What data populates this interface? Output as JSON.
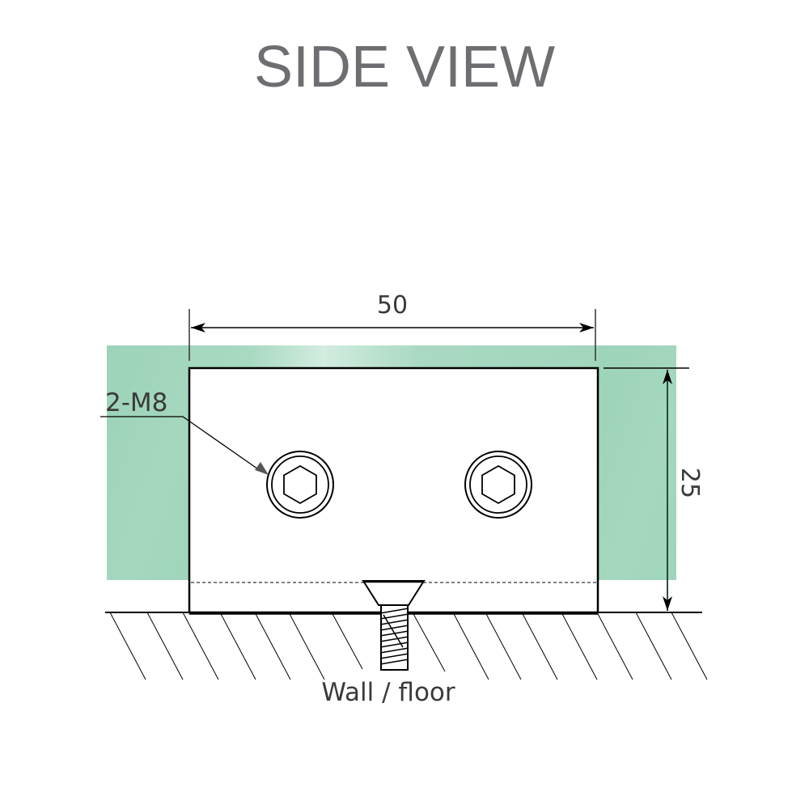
{
  "title": "SIDE VIEW",
  "dimensions": {
    "width_label": "50",
    "height_label": "25"
  },
  "callout": {
    "label": "2-M8"
  },
  "base": {
    "label": "Wall / floor"
  },
  "colors": {
    "glass": "#9fd5bb",
    "glass_highlight": "#cfeadb",
    "title": "#6d6e71",
    "line": "#000000",
    "text": "#3a3a3a"
  },
  "parts": {
    "bolts_count": 2,
    "screws_count": 1
  }
}
